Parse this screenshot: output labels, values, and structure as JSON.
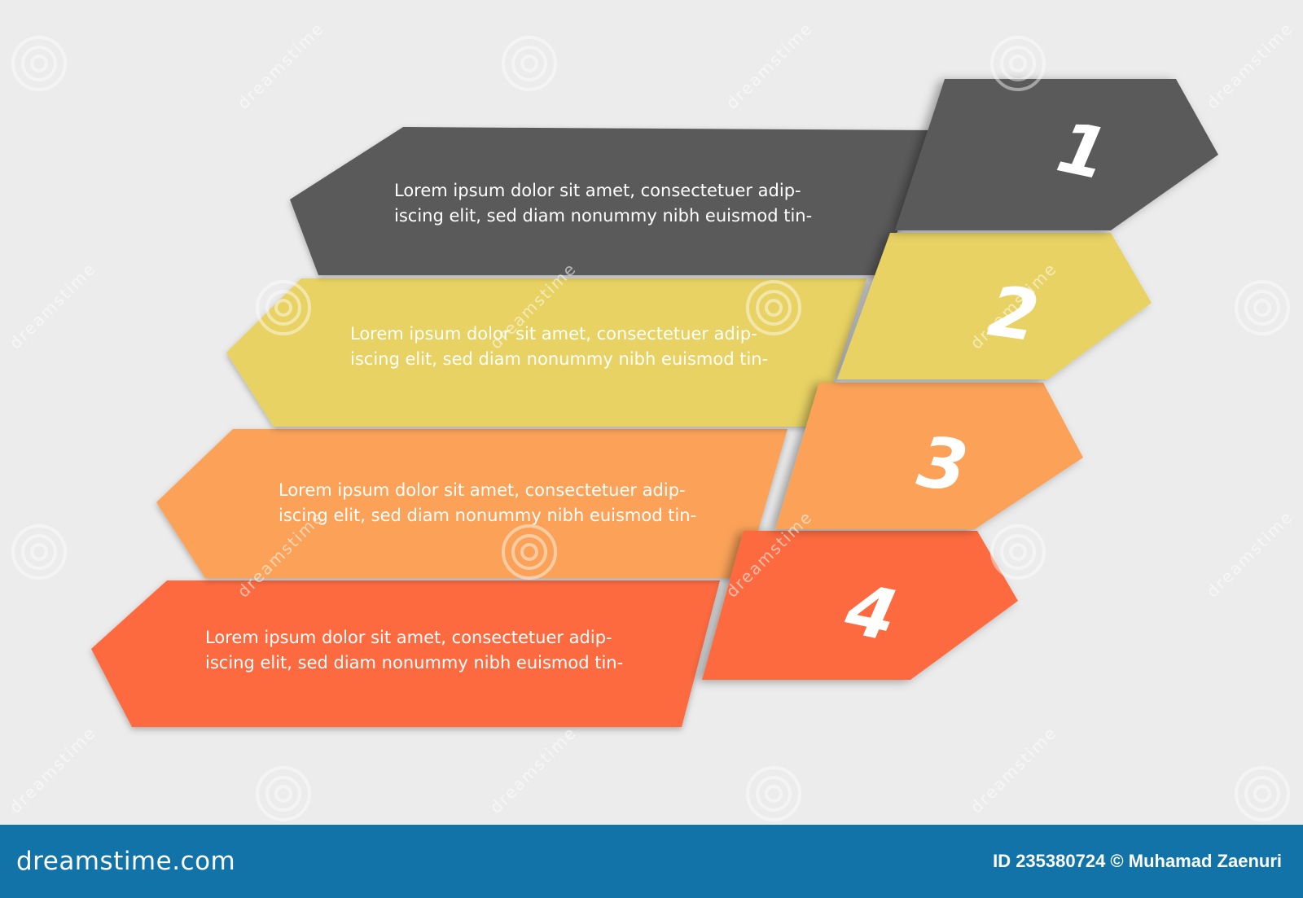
{
  "colors": {
    "background": "#ececec",
    "step_1": "#5a5a5a",
    "step_2": "#e8d263",
    "step_3": "#fba259",
    "step_4": "#fd6a40",
    "footer": "#1173a8"
  },
  "steps": [
    {
      "number": "1",
      "line1": "Lorem ipsum dolor sit amet, consectetuer adip-",
      "line2": "iscing elit, sed diam nonummy nibh euismod tin-"
    },
    {
      "number": "2",
      "line1": "Lorem ipsum dolor sit amet, consectetuer adip-",
      "line2": "iscing elit, sed diam nonummy nibh euismod tin-"
    },
    {
      "number": "3",
      "line1": "Lorem ipsum dolor sit amet, consectetuer adip-",
      "line2": "iscing elit, sed diam nonummy nibh euismod tin-"
    },
    {
      "number": "4",
      "line1": "Lorem ipsum dolor sit amet, consectetuer adip-",
      "line2": "iscing elit, sed diam nonummy nibh euismod tin-"
    }
  ],
  "watermark": {
    "text": "dreamstime",
    "icon": "spiral-icon"
  },
  "footer": {
    "brand": "dreamstime.com",
    "credit": "ID 235380724 © Muhamad Zaenuri"
  }
}
